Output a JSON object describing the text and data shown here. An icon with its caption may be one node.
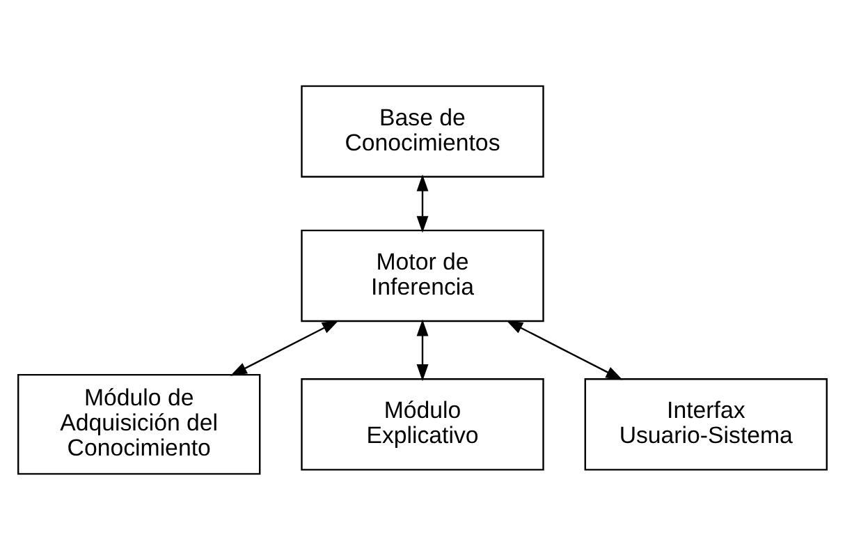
{
  "diagram": {
    "nodes": [
      {
        "text": [
          "Base de Conocimientos"
        ]
      },
      {
        "text": [
          "Motor de Inferencia"
        ]
      },
      {
        "text": [
          "Módulo de Adquisición del Conocimiento"
        ]
      },
      {
        "text": [
          "Módulo Explicativo"
        ]
      },
      {
        "text": [
          "Interfax Usuario-Sistema"
        ]
      }
    ],
    "edges": [
      {
        "from": 0,
        "to": 1,
        "arrow": "both"
      },
      {
        "from": 1,
        "to": 2,
        "arrow": "both"
      },
      {
        "from": 1,
        "to": 3,
        "arrow": "both"
      },
      {
        "from": 1,
        "to": 4,
        "arrow": "both"
      }
    ]
  }
}
